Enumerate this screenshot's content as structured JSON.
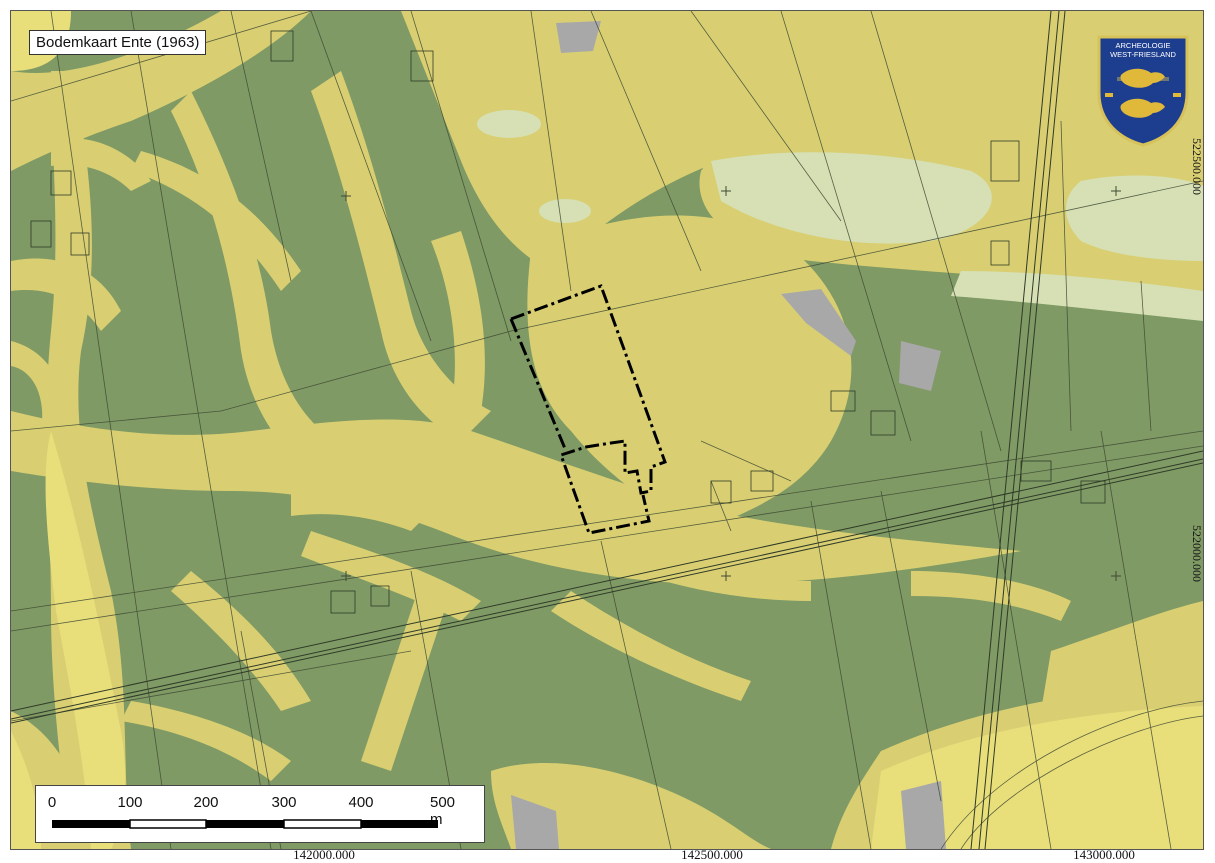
{
  "title": "Bodemkaart Ente (1963)",
  "logo": {
    "line1": "ARCHEOLOGIE",
    "line2": "WEST-FRIESLAND",
    "icon": "lion-shield-logo"
  },
  "scale_bar": {
    "labels": [
      "0",
      "100",
      "200",
      "300",
      "400",
      "500 m"
    ]
  },
  "x_coordinates": [
    "142000.000",
    "142500.000",
    "143000.000"
  ],
  "y_coordinates": [
    "522500.000",
    "522000.000"
  ],
  "colors": {
    "green": "#7f9a64",
    "yellow": "#d9cf72",
    "bright_yellow": "#e8de7a",
    "pale": "#d6e0b4",
    "grey": "#a8a8a8",
    "study_area_outline": "#000000"
  }
}
